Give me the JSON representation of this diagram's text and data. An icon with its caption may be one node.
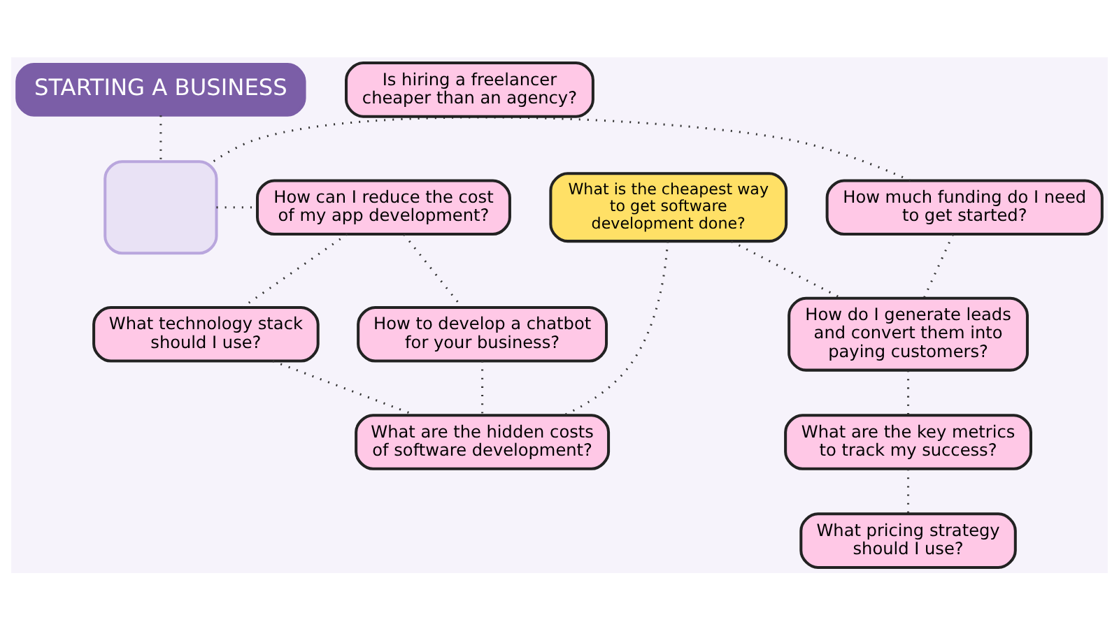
{
  "diagram": {
    "nodes": [
      {
        "text": [
          "STARTING A BUSINESS"
        ]
      },
      {
        "text": [
          "How can I reduce the cost of my app development?"
        ]
      },
      {
        "text": [],
        "shape": "box"
      },
      {
        "text": [
          "Is hiring a freelancer cheaper than an agency?"
        ]
      },
      {
        "text": [
          "How much funding do I need to get started?"
        ]
      },
      {
        "text": [
          "How to develop a chatbot for your business?"
        ]
      },
      {
        "text": [
          "What is the cheapest way to get software development done?"
        ]
      },
      {
        "text": [
          "How do I generate leads and convert them into paying customers?"
        ]
      },
      {
        "text": [
          "What technology stack should I use?"
        ]
      },
      {
        "text": [
          "What are the hidden costs of software development?"
        ]
      },
      {
        "text": [
          "What are the key metrics to track my success?"
        ]
      },
      {
        "text": [
          "What pricing strategy should I use?"
        ]
      }
    ],
    "edges": [
      {
        "from": 0,
        "to": 2,
        "arrow": "none"
      },
      {
        "from": 2,
        "to": 1,
        "arrow": "none"
      },
      {
        "from": 2,
        "to": 4,
        "arrow": "none"
      },
      {
        "from": 1,
        "to": 8,
        "arrow": "none"
      },
      {
        "from": 1,
        "to": 5,
        "arrow": "none"
      },
      {
        "from": 5,
        "to": 9,
        "arrow": "none"
      },
      {
        "from": 8,
        "to": 9,
        "arrow": "none"
      },
      {
        "from": 6,
        "to": 9,
        "arrow": "none"
      },
      {
        "from": 6,
        "to": 7,
        "arrow": "none"
      },
      {
        "from": 4,
        "to": 7,
        "arrow": "none"
      },
      {
        "from": 7,
        "to": 10,
        "arrow": "none"
      },
      {
        "from": 10,
        "to": 11,
        "arrow": "none"
      }
    ]
  }
}
